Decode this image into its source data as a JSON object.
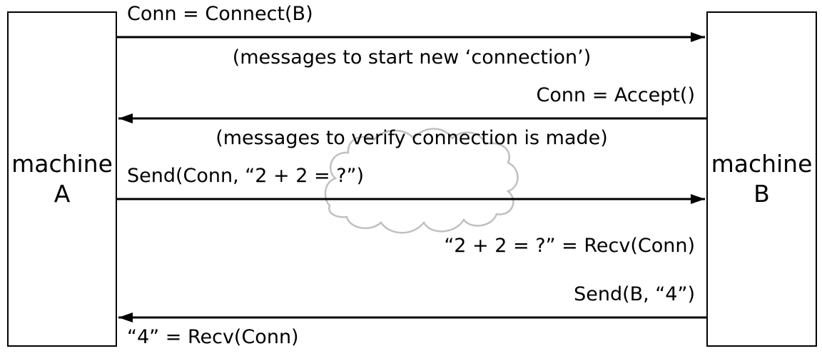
{
  "machine_a": {
    "line1": "machine",
    "line2": "A"
  },
  "machine_b": {
    "line1": "machine",
    "line2": "B"
  },
  "messages": {
    "connect": "Conn = Connect(B)",
    "start_note": "(messages to start new ‘connection’)",
    "accept": "Conn = Accept()",
    "verify_note": "(messages to verify connection is made)",
    "send_question": "Send(Conn, “2 + 2 = ?”)",
    "recv_question": "“2 + 2 = ?” = Recv(Conn)",
    "send_answer": "Send(B, “4”)",
    "recv_answer": "“4” = Recv(Conn)"
  },
  "colors": {
    "line": "#000000",
    "cloud": "#c0c0c0"
  }
}
